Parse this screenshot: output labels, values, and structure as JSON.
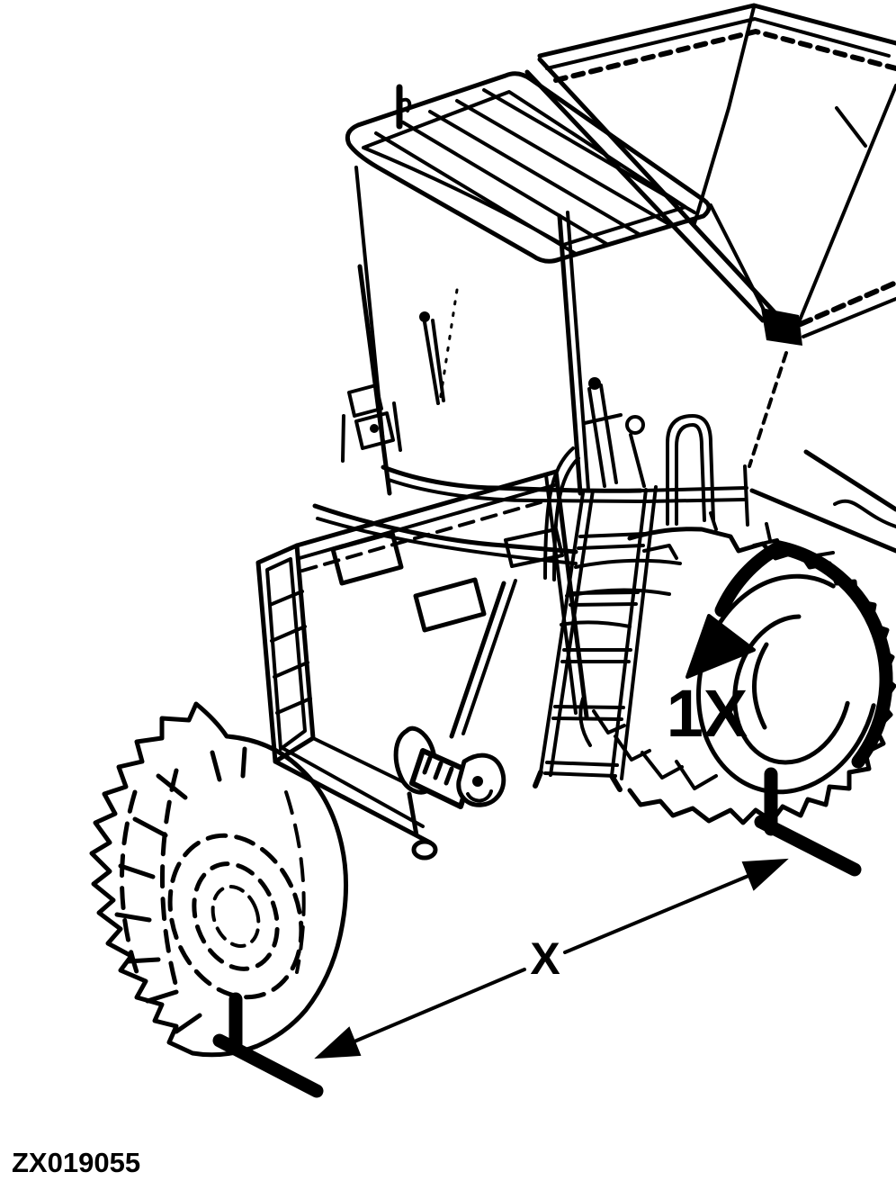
{
  "figure": {
    "type": "technical-line-illustration",
    "subject": "combine harvester side view with front wheel removed",
    "image_code": "ZX019055",
    "labels": {
      "rotation": "1X",
      "distance": "X"
    },
    "annotations": [
      {
        "label": "1X",
        "meaning_shown_as": "curved rotation arrow around rear wheel hub"
      },
      {
        "label": "X",
        "meaning_shown_as": "double-headed dimension arrow between wheel ground marks"
      }
    ],
    "icons": [
      {
        "name": "rotation-arrow-icon"
      },
      {
        "name": "dimension-arrow-icon"
      },
      {
        "name": "ground-mark-icon"
      }
    ]
  },
  "colors": {
    "ink": "#000000",
    "background": "#ffffff"
  }
}
